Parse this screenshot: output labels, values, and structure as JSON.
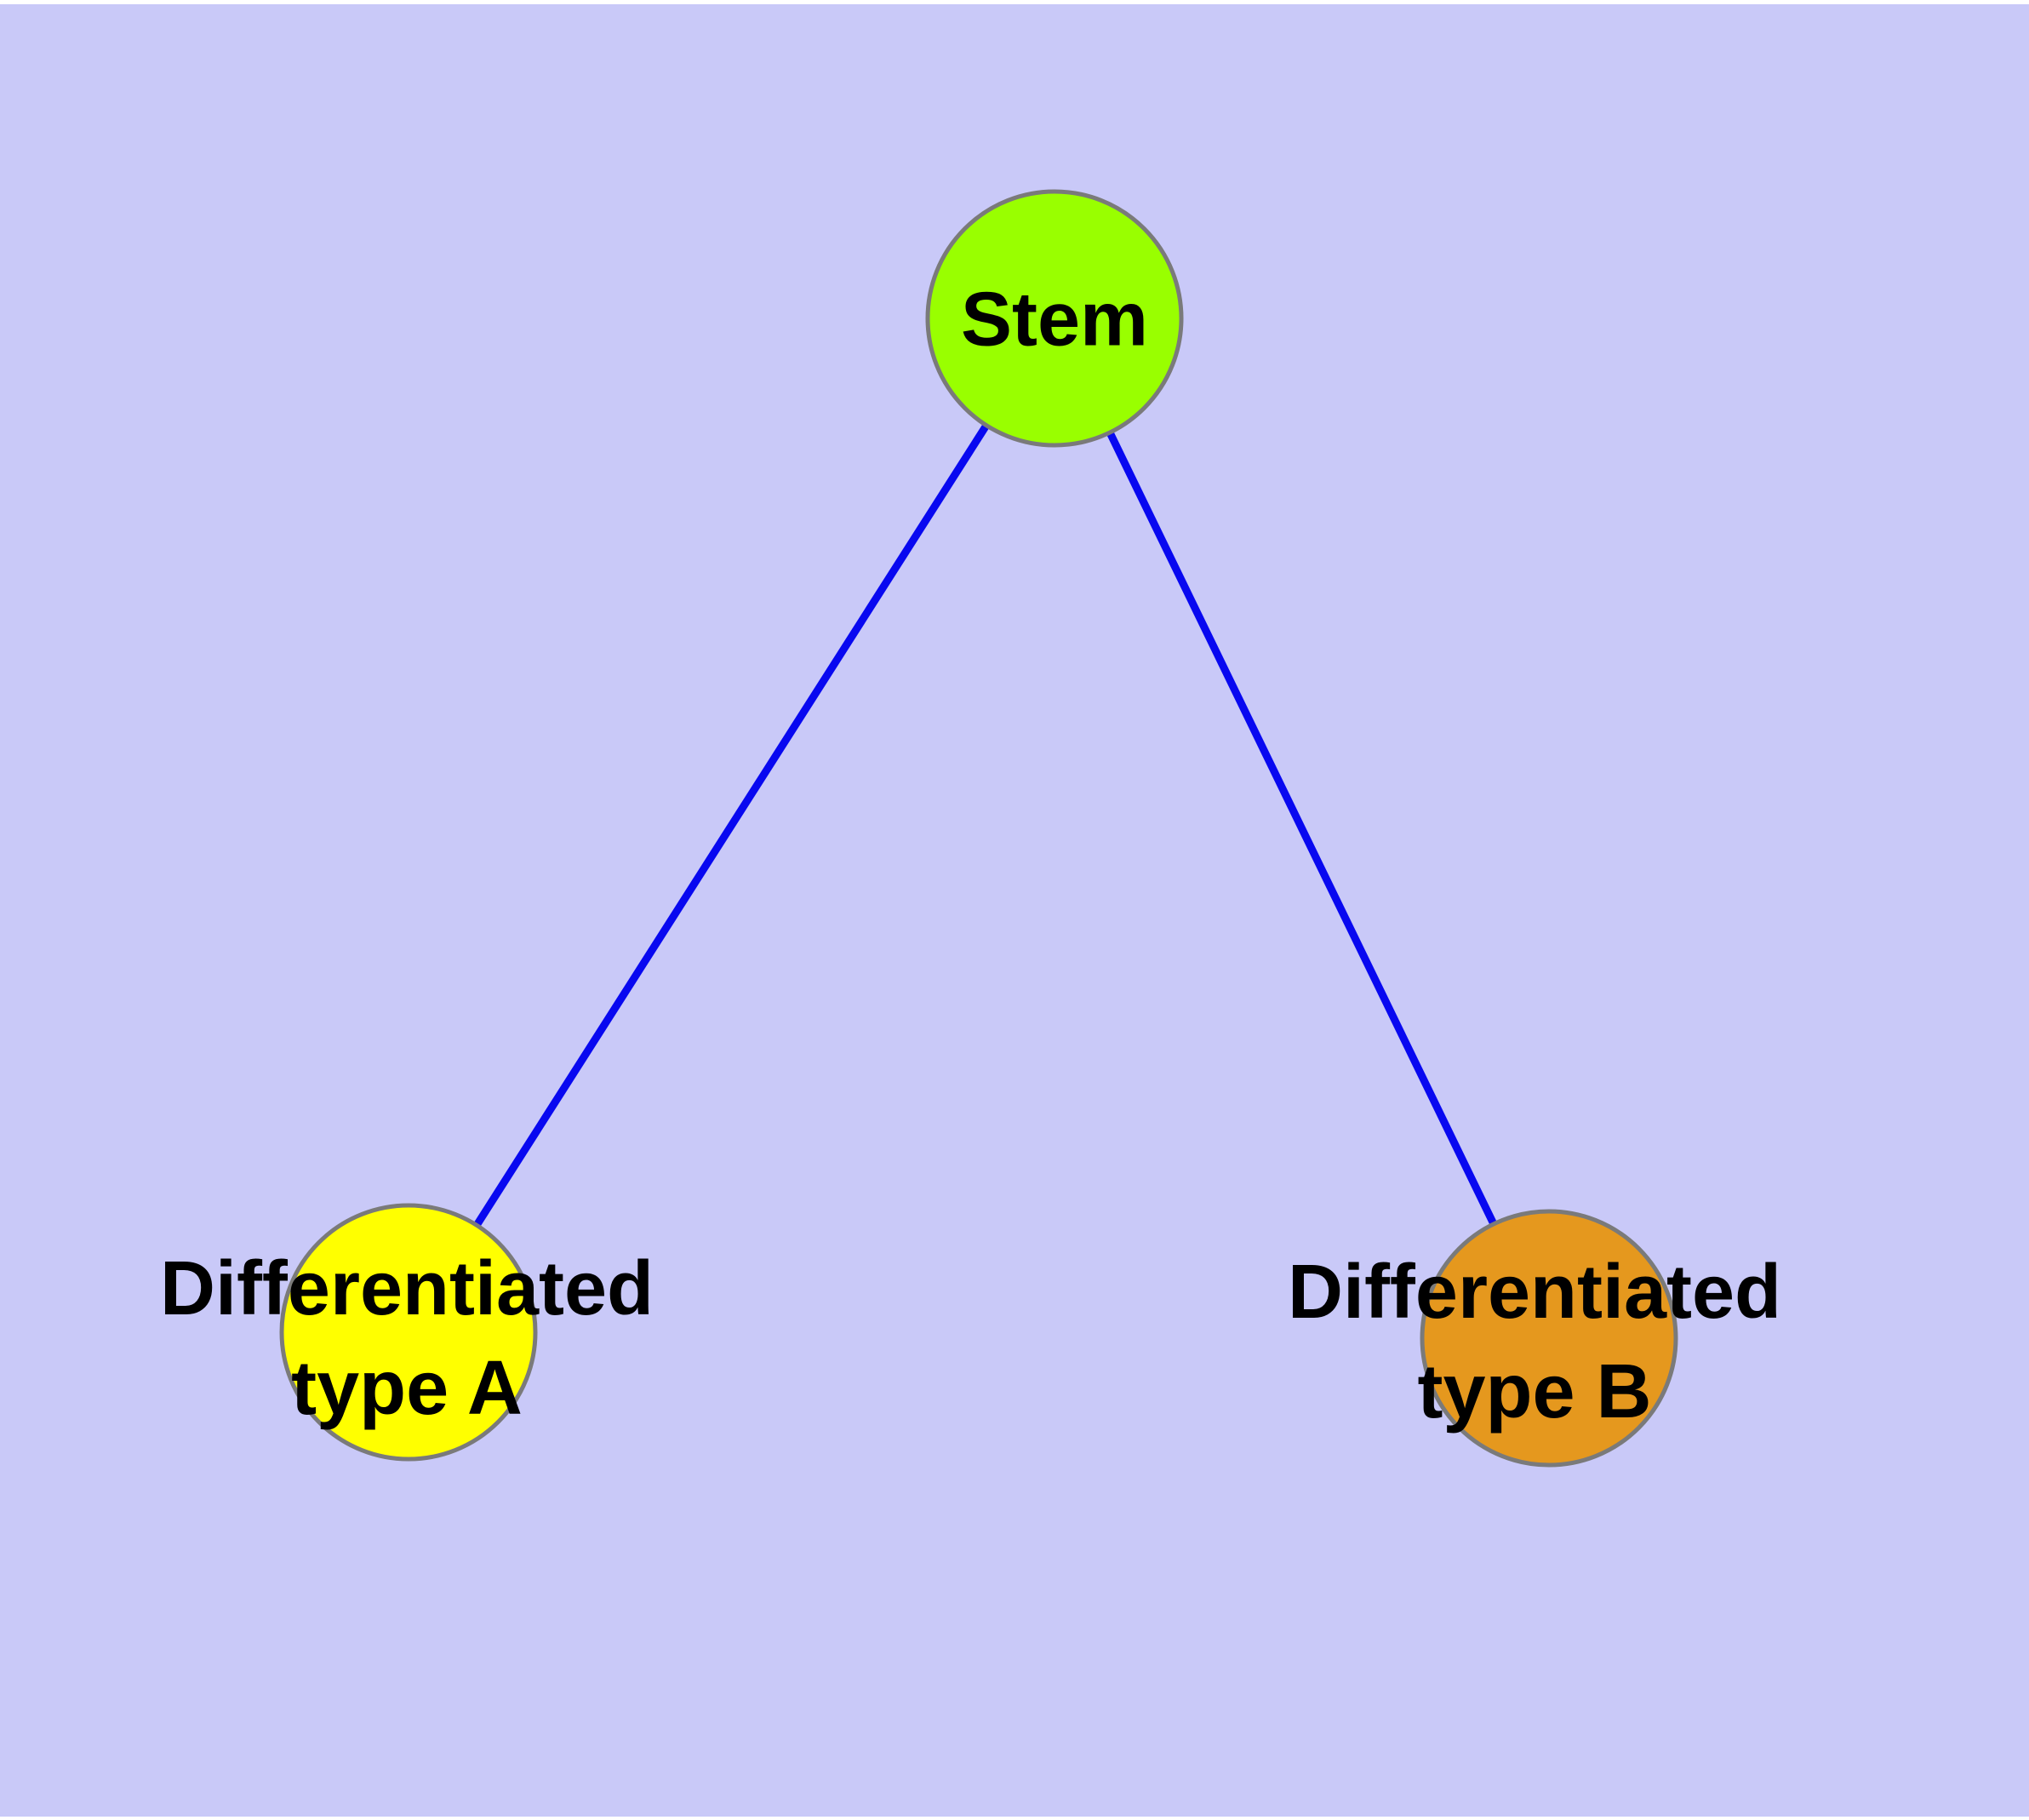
{
  "canvas": {
    "background_color": "#C9C9F8",
    "margin_color": "#FFFFFF"
  },
  "diagram": {
    "type": "node-link-graph",
    "label_color": "#000000",
    "node_border_color": "#7A7A7A",
    "edge_color": "#0808F0",
    "nodes": [
      {
        "id": "stem",
        "label": "Stem",
        "shape": "circle",
        "fill_color": "#99FF00"
      },
      {
        "id": "differentiated-type-a",
        "label": "Differentiated\ntype A",
        "shape": "circle",
        "fill_color": "#FFFF00"
      },
      {
        "id": "differentiated-type-b",
        "label": "Differentiated\ntype B",
        "shape": "circle",
        "fill_color": "#E5981E"
      }
    ],
    "edges": [
      {
        "from": "stem",
        "to": "differentiated-type-a",
        "color": "#0808F0"
      },
      {
        "from": "stem",
        "to": "differentiated-type-b",
        "color": "#0808F0"
      }
    ]
  }
}
